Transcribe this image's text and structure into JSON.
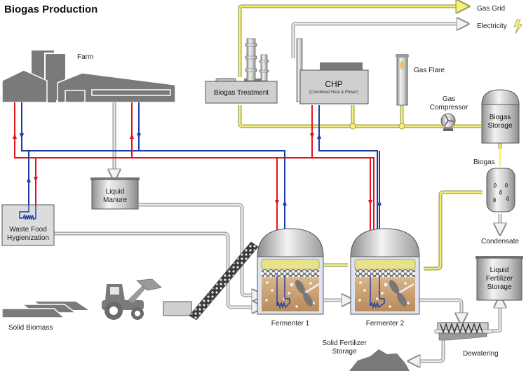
{
  "title": "Biogas Production",
  "labels": {
    "farm": "Farm",
    "biogas_treatment": "Biogas Treatment",
    "chp": "CHP",
    "chp_sub": "(Combined Heat & Power)",
    "gas_flare": "Gas Flare",
    "gas_grid": "Gas Grid",
    "electricity": "Electricity",
    "gas_compressor_1": "Gas",
    "gas_compressor_2": "Compressor",
    "biogas_storage_1": "Biogas",
    "biogas_storage_2": "Storage",
    "biogas": "Biogas",
    "condensate": "Condensate",
    "liquid_manure_1": "Liquid",
    "liquid_manure_2": "Manure",
    "waste_food_1": "Waste Food",
    "waste_food_2": "Hygienization",
    "solid_biomass": "Solid Biomass",
    "fermenter_1": "Fermenter 1",
    "fermenter_2": "Fermenter 2",
    "liquid_fertilizer_1": "Liquid",
    "liquid_fertilizer_2": "Fertilizer",
    "liquid_fertilizer_3": "Storage",
    "solid_fertilizer_1": "Solid Fertilizer",
    "solid_fertilizer_2": "Storage",
    "dewatering": "Dewatering"
  },
  "icons": {
    "electricity": "lightning-bolt",
    "compressor": "fan-pump",
    "condensate_drops": "water-drops",
    "heater": "heating-coil"
  },
  "colors": {
    "hot_water": "#e0141e",
    "cold_water": "#1c3ca8",
    "gas_pipe": "#f4f07a",
    "material_pipe": "#9b9b9b",
    "building": "#7a7a7a",
    "substrate": "#c8a27a",
    "gas_layer": "#e8e28c"
  }
}
